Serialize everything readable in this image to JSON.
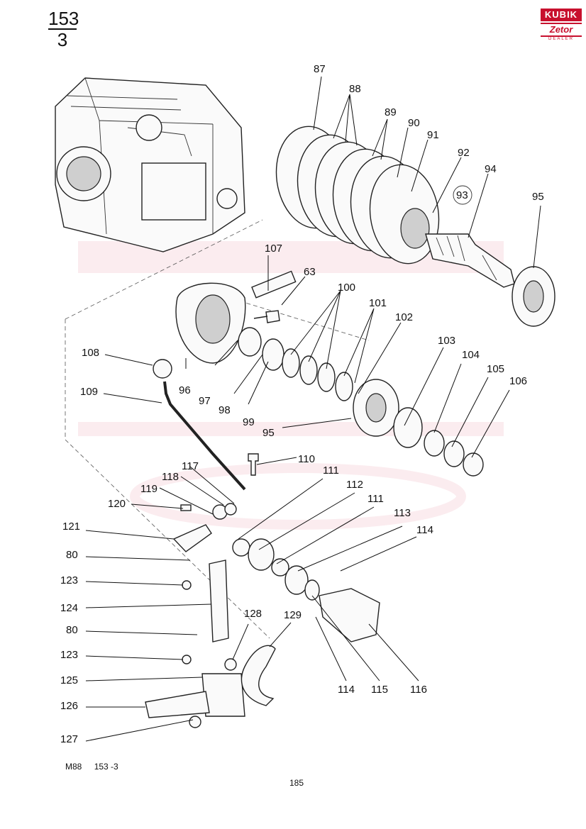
{
  "header": {
    "page_numerator": "153",
    "page_denominator": "3"
  },
  "logo": {
    "brand": "KUBIK",
    "sub": "Zetor",
    "dealer": "DEALER",
    "color": "#c8102e"
  },
  "footer": {
    "model": "M88",
    "ref": "153 -3",
    "page": "185"
  },
  "callouts": {
    "c87": "87",
    "c88": "88",
    "c89": "89",
    "c90": "90",
    "c91": "91",
    "c92": "92",
    "c93": "93",
    "c94": "94",
    "c95a": "95",
    "c107": "107",
    "c63": "63",
    "c100": "100",
    "c101": "101",
    "c102": "102",
    "c103": "103",
    "c104": "104",
    "c105": "105",
    "c106": "106",
    "c108": "108",
    "c109": "109",
    "c96": "96",
    "c97": "97",
    "c98": "98",
    "c99": "99",
    "c95b": "95",
    "c110": "110",
    "c111a": "111",
    "c112": "112",
    "c111b": "111",
    "c113": "113",
    "c114a": "114",
    "c117": "117",
    "c118": "118",
    "c119": "119",
    "c120": "120",
    "c121": "121",
    "c80a": "80",
    "c123a": "123",
    "c124": "124",
    "c80b": "80",
    "c123b": "123",
    "c128": "128",
    "c129": "129",
    "c125": "125",
    "c126": "126",
    "c127": "127",
    "c114b": "114",
    "c115": "115",
    "c116": "116"
  }
}
